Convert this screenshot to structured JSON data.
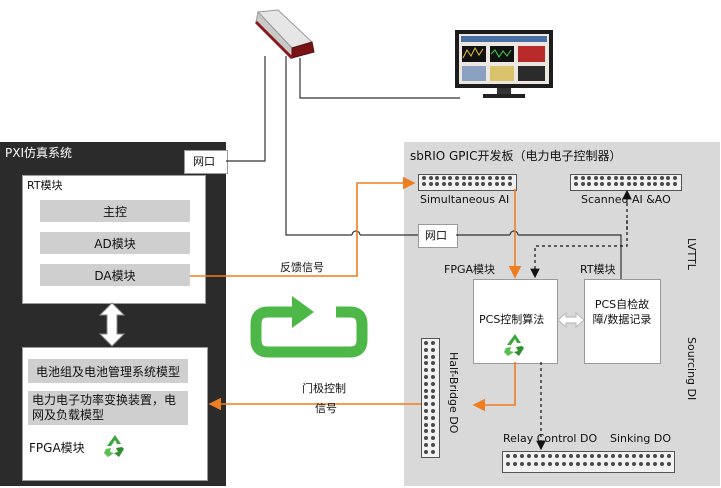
{
  "pxi": {
    "title": "PXI仿真系统",
    "network_port": "网口",
    "rt_module": {
      "title": "RT模块",
      "items": [
        "主控",
        "AD模块",
        "DA模块"
      ]
    },
    "fpga_module": {
      "items": [
        "电池组及电池管理系统模型",
        "电力电子功率变换装置，电网及负载模型"
      ],
      "title": "FPGA模块"
    }
  },
  "sbrio": {
    "title": "sbRIO GPIC开发板（电力电子控制器）",
    "simultaneous_ai": "Simultaneous AI",
    "scanned_ai_ao": "Scanned AI &AO",
    "network_port": "网口",
    "fpga_module": "FPGA模块",
    "rt_module": "RT模块",
    "lvttl": "LVTTL",
    "sourcing_di": "Sourcing DI",
    "half_bridge_do": "Half-Bridge DO",
    "pcs_control": "PCS控制算法",
    "pcs_selfcheck": "PCS自检故障/数据记录",
    "relay_control_do": "Relay Control DO",
    "sinking_do": "Sinking DO"
  },
  "signals": {
    "feedback": "反馈信号",
    "gate_control": "门极控制信号"
  },
  "icons": {
    "router": "router-icon",
    "monitor": "monitor-icon",
    "loop": "loop-arrow-icon",
    "recycle": "recycle-icon"
  },
  "colors": {
    "orange": "#ef7d22",
    "green": "#4db848",
    "dark_panel": "#2b2b2b",
    "light_panel": "#d9d9d9"
  }
}
